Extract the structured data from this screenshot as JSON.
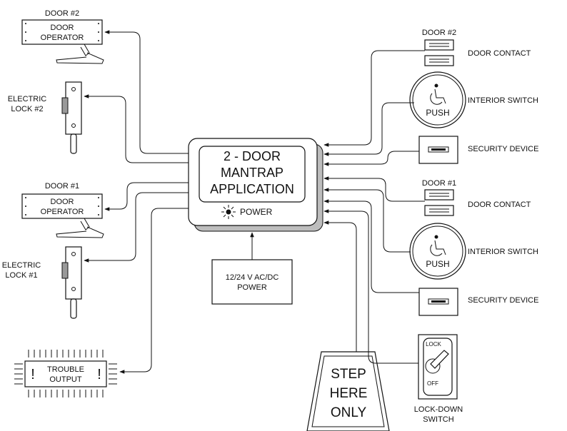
{
  "controller": {
    "title_line1": "2 - DOOR",
    "title_line2": "MANTRAP",
    "title_line3": "APPLICATION",
    "power_label": "POWER"
  },
  "power_supply": {
    "line1": "12/24 V AC/DC",
    "line2": "POWER"
  },
  "left": {
    "door2_label": "DOOR #2",
    "door2_operator_line1": "DOOR",
    "door2_operator_line2": "OPERATOR",
    "lock2_line1": "ELECTRIC",
    "lock2_line2": "LOCK #2",
    "door1_label": "DOOR #1",
    "door1_operator_line1": "DOOR",
    "door1_operator_line2": "OPERATOR",
    "lock1_line1": "ELECTRIC",
    "lock1_line2": "LOCK #1",
    "trouble_line1": "TROUBLE",
    "trouble_line2": "OUTPUT",
    "exclaim": "!"
  },
  "right": {
    "door2_label": "DOOR #2",
    "door2_contact": "DOOR CONTACT",
    "interior_switch_2": "INTERIOR SWITCH",
    "push_2": "PUSH",
    "security_device_2": "SECURITY DEVICE",
    "door1_label": "DOOR #1",
    "door1_contact": "DOOR CONTACT",
    "interior_switch_1": "INTERIOR SWITCH",
    "push_1": "PUSH",
    "security_device_1": "SECURITY DEVICE",
    "lock_text": "LOCK",
    "off_text": "OFF",
    "lockdown_line1": "LOCK-DOWN",
    "lockdown_line2": "SWITCH"
  },
  "mat": {
    "line1": "STEP",
    "line2": "HERE",
    "line3": "ONLY"
  }
}
